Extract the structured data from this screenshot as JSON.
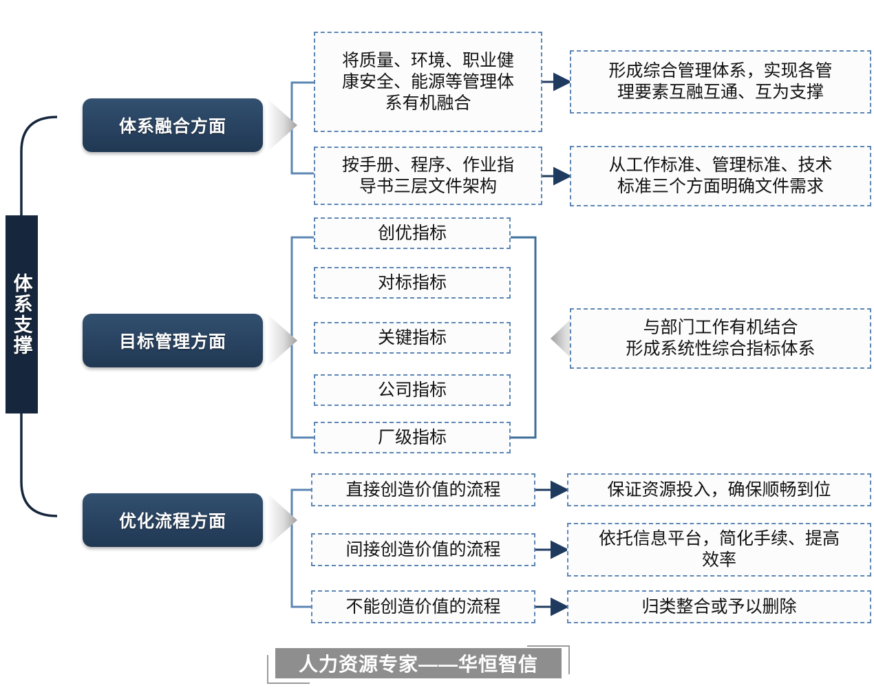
{
  "diagram": {
    "spine": {
      "label": "体系支撑"
    },
    "branches": [
      {
        "id": "integration",
        "pill_label": "体系融合方面",
        "items": [
          {
            "left": "将质量、环境、职业健\n康安全、能源等管理体\n系有机融合",
            "right": "形成综合管理体系，实现各管\n理要素互融互通、互为支撑"
          },
          {
            "left": "按手册、程序、作业指\n导书三层文件架构",
            "right": "从工作标准、管理标准、技术\n标准三个方面明确文件需求"
          }
        ]
      },
      {
        "id": "objectives",
        "pill_label": "目标管理方面",
        "indicators": [
          "创优指标",
          "对标指标",
          "关键指标",
          "公司指标",
          "厂级指标"
        ],
        "outcome": "与部门工作有机结合\n形成系统性综合指标体系"
      },
      {
        "id": "processes",
        "pill_label": "优化流程方面",
        "items": [
          {
            "left": "直接创造价值的流程",
            "right": "保证资源投入，确保顺畅到位"
          },
          {
            "left": "间接创造价值的流程",
            "right": "依托信息平台，简化手续、提高\n效率"
          },
          {
            "left": "不能创造价值的流程",
            "right": "归类整合或予以删除"
          }
        ]
      }
    ],
    "footer": {
      "label": "人力资源专家——华恒智信"
    },
    "colors": {
      "spine_bg": "#16263d",
      "pill_bg": "#27415f",
      "dashed_border": "#5b85b3",
      "connector": "#5b85b3",
      "arrow": "#1f3a5f",
      "footer_bg": "#8e8e8e"
    }
  }
}
